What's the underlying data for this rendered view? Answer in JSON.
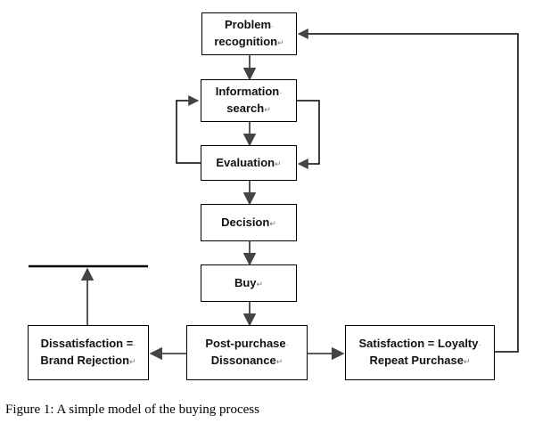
{
  "colors": {
    "line": "#000000",
    "arrow": "#444444",
    "box_border": "#000000",
    "background": "#ffffff"
  },
  "boxes": {
    "problem": {
      "line1": "Problem",
      "line2": "recognition"
    },
    "info": {
      "line1": "Information",
      "line2": "search"
    },
    "evaluation": {
      "line1": "Evaluation"
    },
    "decision": {
      "line1": "Decision"
    },
    "buy": {
      "line1": "Buy"
    },
    "post": {
      "line1": "Post-purchase",
      "line2": "Dissonance"
    },
    "dissatisfaction": {
      "line1": "Dissatisfaction =",
      "line2": "Brand Rejection"
    },
    "satisfaction": {
      "line1": "Satisfaction = Loyalty",
      "line2": "Repeat Purchase"
    }
  },
  "caption": "Figure 1: A simple model of the buying process"
}
